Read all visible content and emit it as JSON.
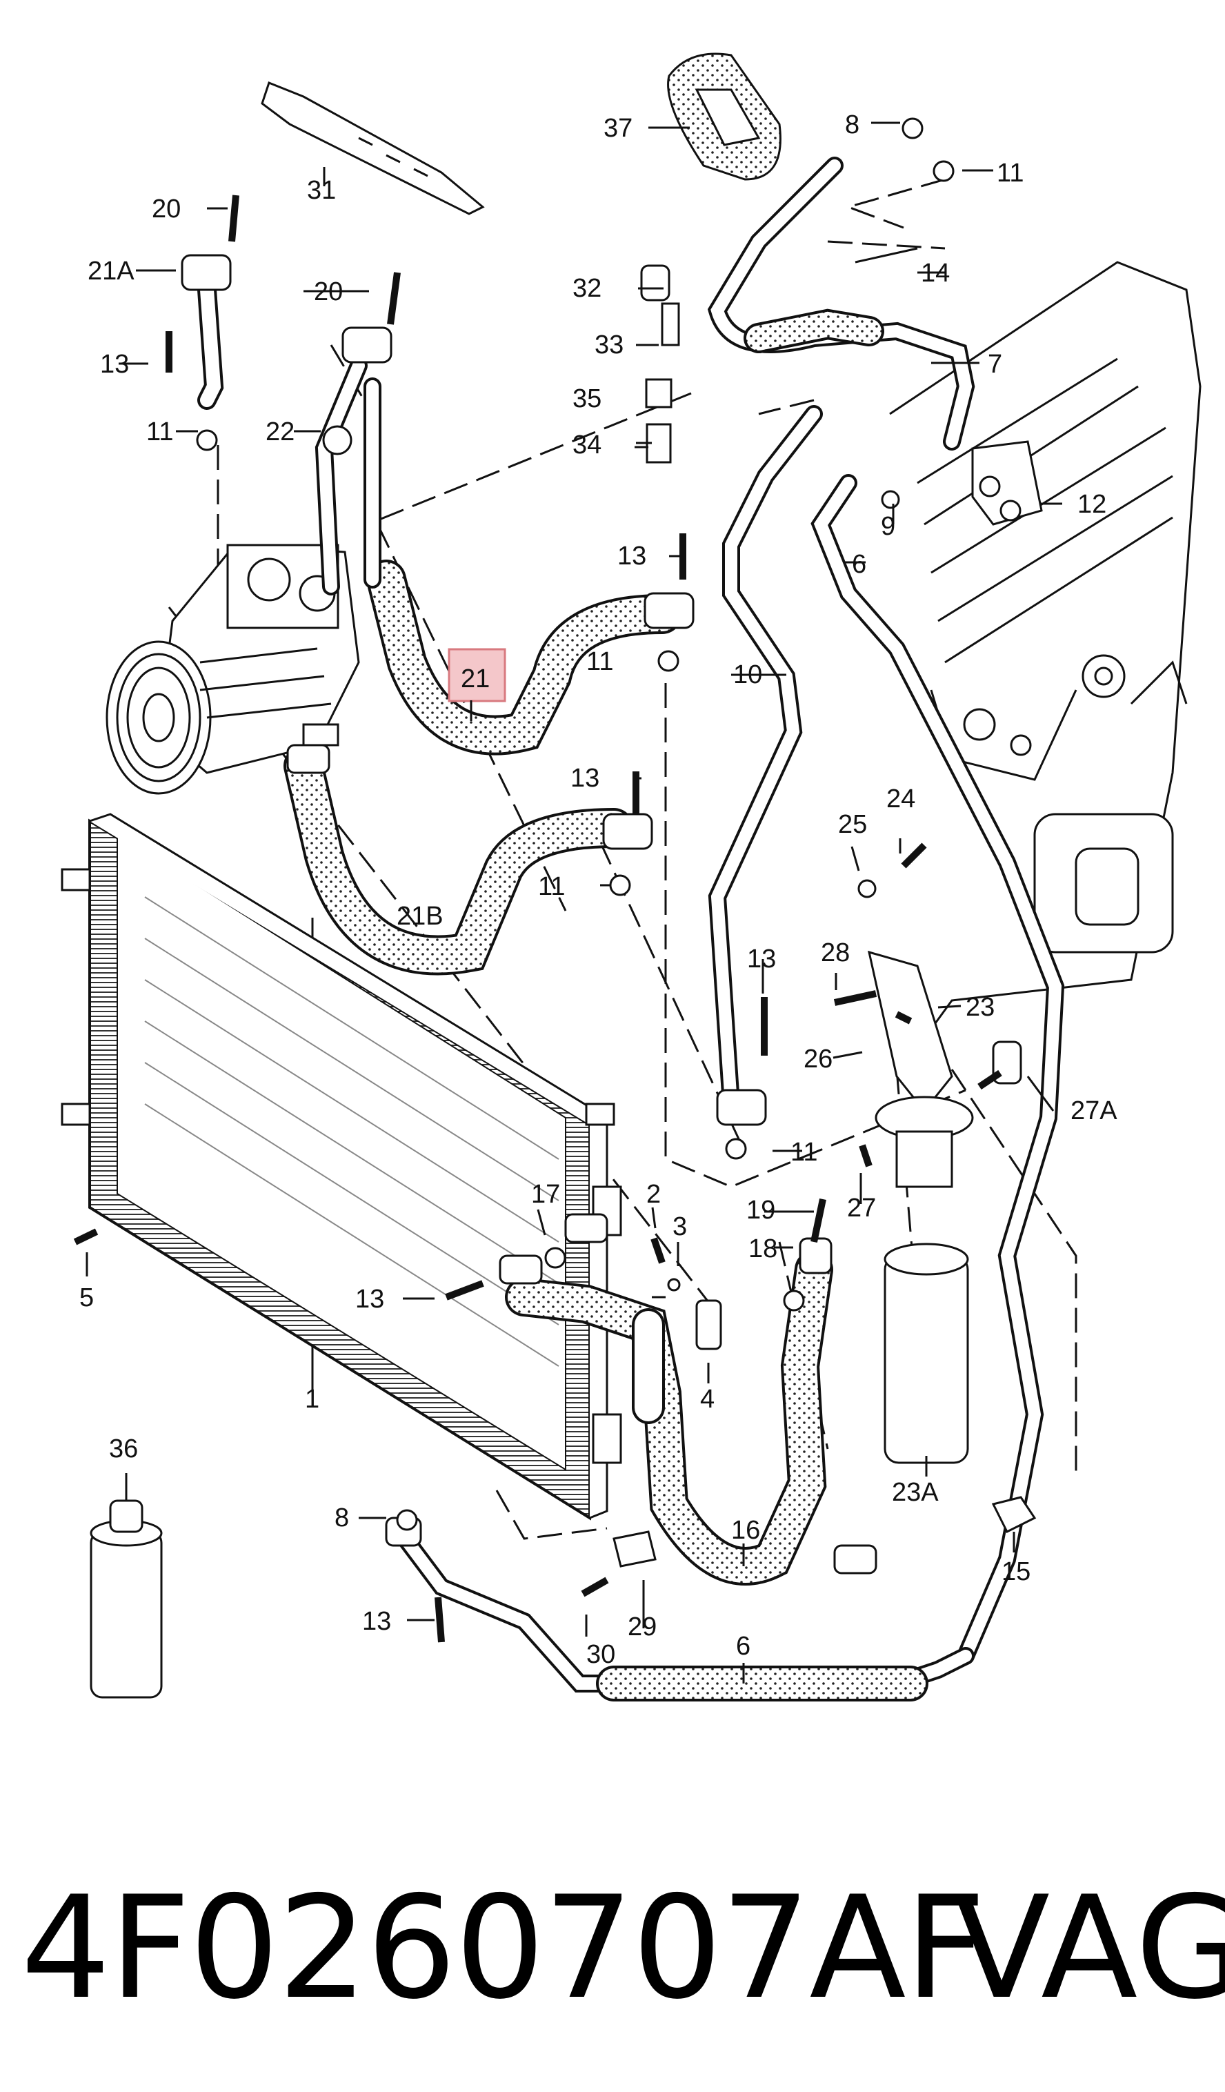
{
  "diagram": {
    "highlight_color": "#e8a3a8",
    "labels": {
      "l1": "1",
      "l2": "2",
      "l3": "3",
      "l4": "4",
      "l5": "5",
      "l6a": "6",
      "l6b": "6",
      "l7": "7",
      "l8a": "8",
      "l8b": "8",
      "l9": "9",
      "l10": "10",
      "l11a": "11",
      "l11b": "11",
      "l11c": "11",
      "l11d": "11",
      "l11e": "11",
      "l12": "12",
      "l13a": "13",
      "l13b": "13",
      "l13c": "13",
      "l13d": "13",
      "l13e": "13",
      "l13f": "13",
      "l14": "14",
      "l15": "15",
      "l16": "16",
      "l17": "17",
      "l18": "18",
      "l19": "19",
      "l20a": "20",
      "l20b": "20",
      "l21": "21",
      "l21a": "21A",
      "l21b": "21B",
      "l22": "22",
      "l23": "23",
      "l23a": "23A",
      "l24": "24",
      "l25": "25",
      "l26": "26",
      "l27": "27",
      "l27a": "27A",
      "l28": "28",
      "l29": "29",
      "l30": "30",
      "l31": "31",
      "l32": "32",
      "l33": "33",
      "l34": "34",
      "l35": "35",
      "l36": "36",
      "l37": "37"
    }
  },
  "footer": {
    "part_number": "4F0260707AF",
    "brand": "VAG"
  }
}
